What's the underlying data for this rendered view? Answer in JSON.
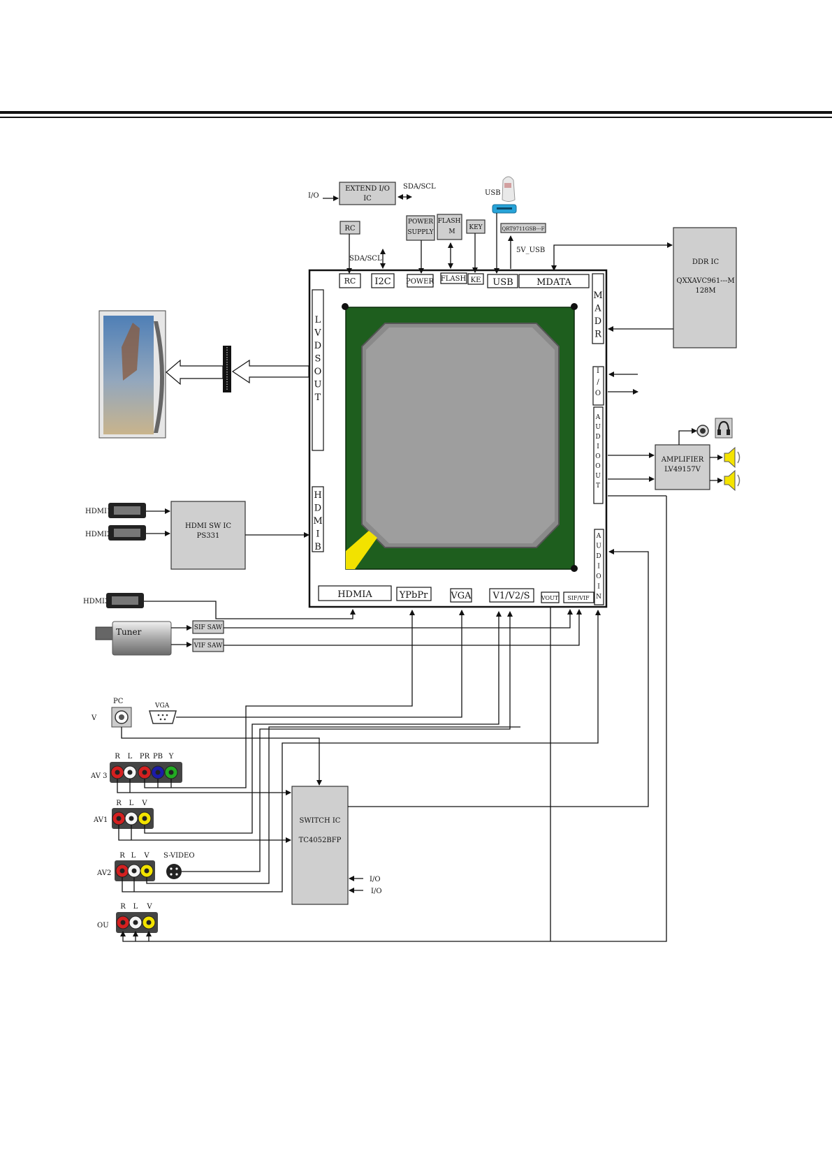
{
  "blocks": {
    "extend_io": [
      "EXTEND I/O",
      "IC"
    ],
    "rc_top": "RC",
    "power_supply": [
      "POWER",
      "SUPPLY"
    ],
    "flash_top": [
      "FLASH",
      "M"
    ],
    "key_top": "KEY",
    "usb_chip": "QRT9711GSB---F",
    "ddr": [
      "DDR IC",
      "QXXAVC961---M",
      "128M"
    ],
    "hdmi_sw": [
      "HDMI SW IC",
      "PS331"
    ],
    "amplifier": [
      "AMPLIFIER",
      "LV49157V"
    ],
    "switch_ic": [
      "SWITCH IC",
      "TC4052BFP"
    ],
    "sif_saw": "SIF SAW",
    "vif_saw": "VIF SAW",
    "tuner": "Tuner"
  },
  "signals": {
    "io_left": "I/O",
    "sda_scl_top": "SDA/SCL",
    "sda_scl": "SDA/SCL",
    "usb": "USB",
    "usb_5v": "5V_USB",
    "switch_io1": "I/O",
    "switch_io2": "I/O"
  },
  "ports": {
    "top": [
      "RC",
      "I2C",
      "POWER",
      "FLASH",
      "KE",
      "USB",
      "MDATA"
    ],
    "lvds": "LVDSOUT",
    "hdmib": "HDMIB",
    "madr": "MADR",
    "io_right": "I/O",
    "audio_out": "AUDIOOUT",
    "audio_in": "AUDIOIN",
    "bottom": [
      "HDMIA",
      "YPbPr",
      "VGA",
      "V1/V2/S",
      "VOUT",
      "SIF/VIF"
    ]
  },
  "connectors": {
    "hdmi1": "HDMI1",
    "hdmi2": "HDMI2",
    "hdmi3": "HDMI3",
    "pc": "PC",
    "vga": "VGA",
    "v": "V",
    "av3": "AV 3",
    "av3_pins": [
      "R",
      "L",
      "PR",
      "PB",
      "Y"
    ],
    "av1": "AV1",
    "av1_pins": [
      "R",
      "L",
      "V"
    ],
    "av2": "AV2",
    "av2_pins": [
      "R",
      "L",
      "V"
    ],
    "svideo": "S-VIDEO",
    "ou": "OU",
    "ou_pins": [
      "R",
      "L",
      "V"
    ]
  },
  "colors": {
    "chip_green": "#1e5e1e",
    "die_gray": "#9e9e9e",
    "jack_red": "#d42020",
    "jack_white": "#f4f4f4",
    "jack_blue": "#1c1ca8",
    "jack_green": "#22aa22",
    "jack_yellow": "#f2e200",
    "usb_blue": "#27a3d8",
    "block_gray": "#cfcfcf"
  }
}
